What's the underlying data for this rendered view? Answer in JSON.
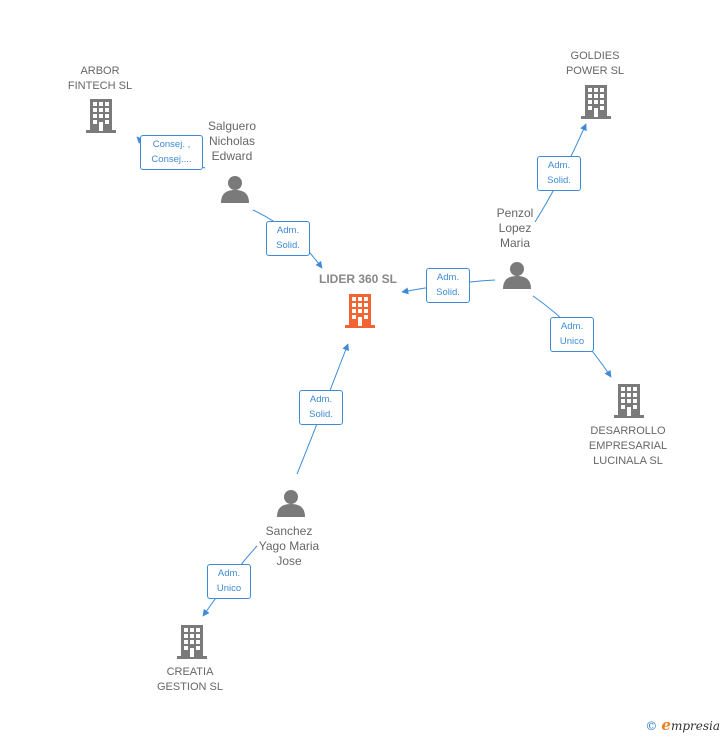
{
  "companies": {
    "center": {
      "name": "LIDER 360  SL",
      "color": "#f26430"
    },
    "arbor": {
      "name": "ARBOR\nFINTECH  SL"
    },
    "goldies": {
      "name": "GOLDIES\nPOWER  SL"
    },
    "desarrollo": {
      "name": "DESARROLLO\nEMPRESARIAL\nLUCINALA  SL"
    },
    "creatia": {
      "name": "CREATIA\nGESTION SL"
    }
  },
  "persons": {
    "salguero": {
      "name": "Salguero\nNicholas\nEdward"
    },
    "penzol": {
      "name": "Penzol\nLopez\nMaria"
    },
    "sanchez": {
      "name": "Sanchez\nYago Maria\nJose"
    }
  },
  "relations": {
    "salguero_arbor": "Consej. ,\nConsej....",
    "salguero_center": "Adm.\nSolid.",
    "penzol_goldies": "Adm.\nSolid.",
    "penzol_center": "Adm.\nSolid.",
    "penzol_desarrollo": "Adm.\nUnico",
    "sanchez_center": "Adm.\nSolid.",
    "sanchez_creatia": "Adm.\nUnico"
  },
  "colors": {
    "edge": "#3d8bd6",
    "building": "#7a7a7a",
    "person": "#7a7a7a",
    "highlight": "#f26430"
  },
  "footer": {
    "copyright": "©",
    "brand_initial": "e",
    "brand_rest": "mpresia"
  }
}
